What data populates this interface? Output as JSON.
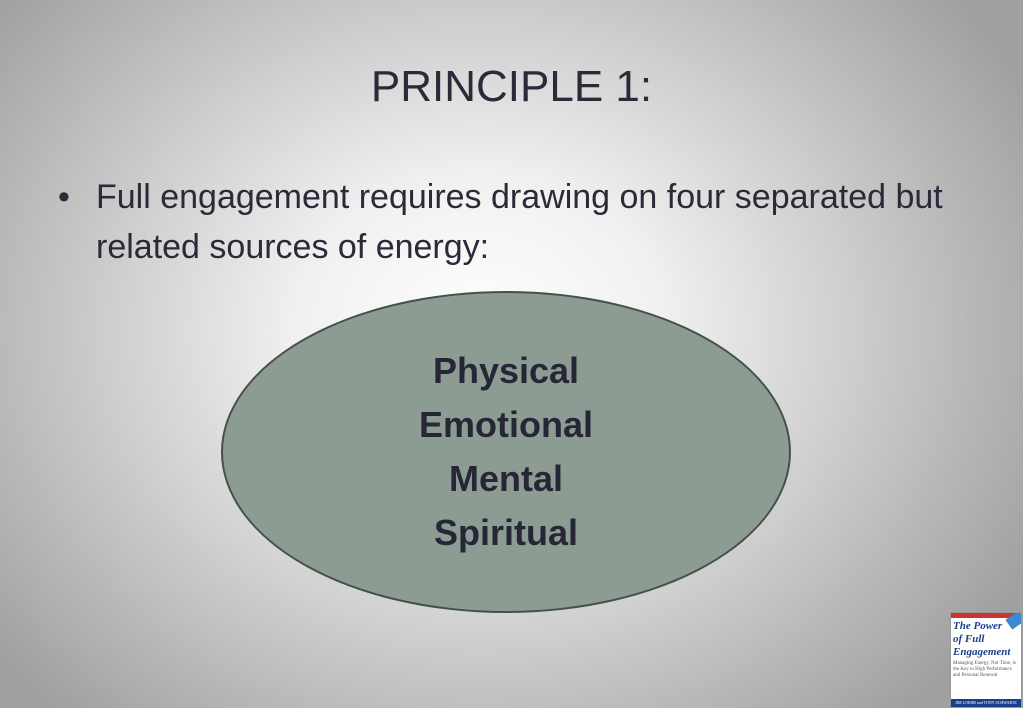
{
  "slide": {
    "title": "PRINCIPLE 1:",
    "bullet": "Full engagement requires drawing on four separated but related sources of energy:",
    "bullet_icon": "bullet-dot",
    "energy_sources": [
      "Physical",
      "Emotional",
      "Mental",
      "Spiritual"
    ],
    "colors": {
      "ellipse_fill": "#8c9c93",
      "ellipse_border": "#44514a",
      "text": "#2a2a38"
    }
  },
  "book_cover": {
    "title_lines": [
      "The Power",
      "of Full",
      "Engagement"
    ],
    "subtitle": "Managing Energy, Not Time, is the Key to High Performance and Personal Renewal",
    "authors": "JIM LOEHR and TONY SCHWARTZ"
  }
}
